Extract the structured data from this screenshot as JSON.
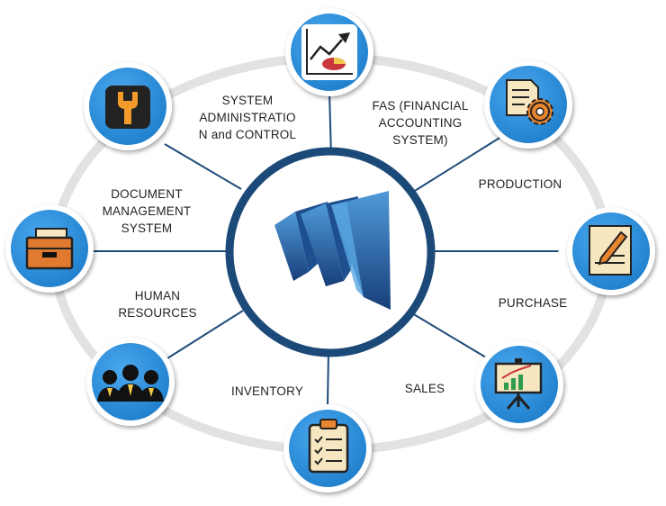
{
  "colors": {
    "ring": "#e2e2e2",
    "hub_border": "#1c4a78",
    "spoke": "#1c4a78",
    "node_fill": "#2e8fd9",
    "node_border": "#ffffff",
    "label_text": "#222222"
  },
  "center": {
    "icon": "wm-logo-icon"
  },
  "nodes": [
    {
      "id": "fas",
      "label": "FAS (FINANCIAL\nACCOUNTING\nSYSTEM)",
      "icon": "growth-chart-pie-icon"
    },
    {
      "id": "production",
      "label": "PRODUCTION",
      "icon": "document-gear-icon"
    },
    {
      "id": "purchase",
      "label": "PURCHASE",
      "icon": "document-pencil-icon"
    },
    {
      "id": "sales",
      "label": "SALES",
      "icon": "presentation-board-icon"
    },
    {
      "id": "inventory",
      "label": "INVENTORY",
      "icon": "clipboard-checklist-icon"
    },
    {
      "id": "human_resources",
      "label": "HUMAN\nRESOURCES",
      "icon": "people-group-icon"
    },
    {
      "id": "document_management",
      "label": "DOCUMENT\nMANAGEMENT\nSYSTEM",
      "icon": "file-drawer-icon"
    },
    {
      "id": "system_administration",
      "label": "SYSTEM\nADMINISTRATIO\nN and CONTROL",
      "icon": "wrench-tool-icon"
    }
  ]
}
